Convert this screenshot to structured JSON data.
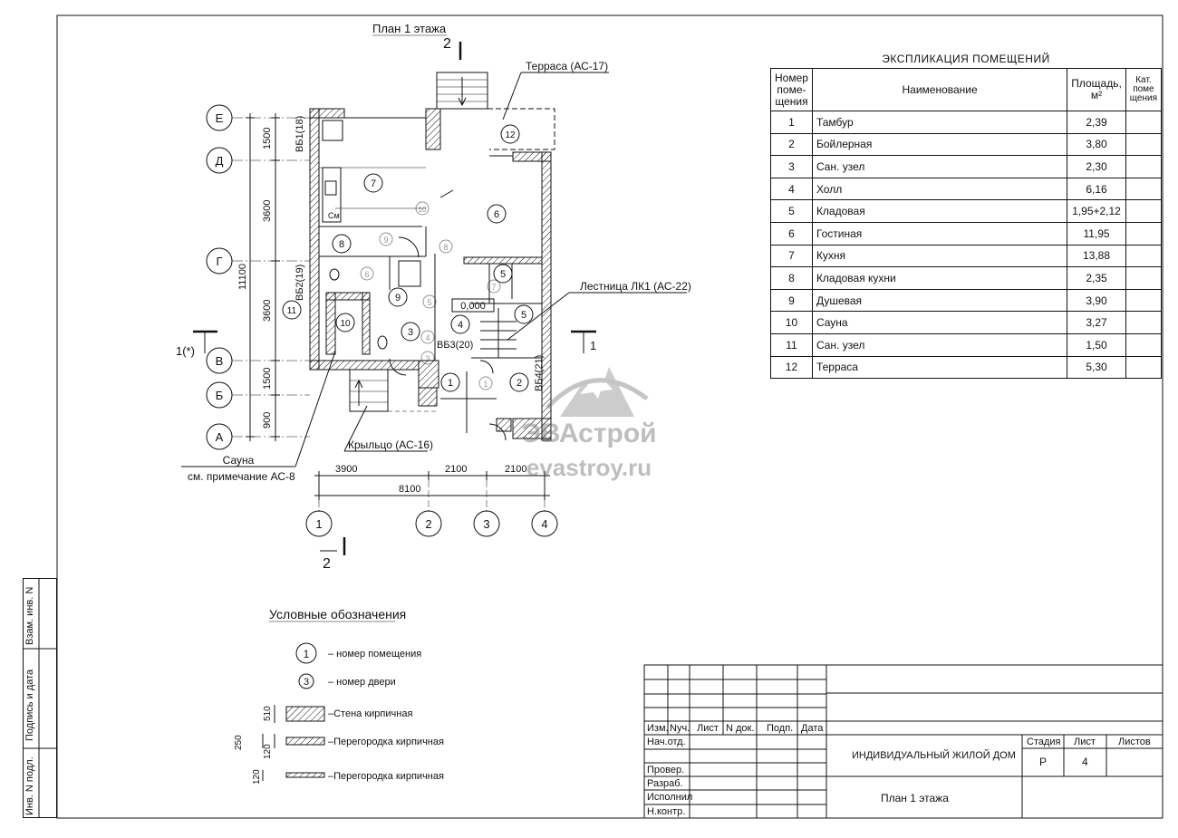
{
  "plan_title": "План 1 этажа",
  "section_marks": {
    "top": "2",
    "bottom": "2",
    "left": "1(*)",
    "right": "1"
  },
  "axes_letters": [
    "Е",
    "Д",
    "Г",
    "В",
    "Б",
    "А"
  ],
  "axes_numbers": [
    "1",
    "2",
    "3",
    "4"
  ],
  "vertical_dims": [
    "1500",
    "3600",
    "3600",
    "1500",
    "900"
  ],
  "vertical_total": "11100",
  "horizontal_dims": [
    "3900",
    "2100",
    "2100"
  ],
  "horizontal_total": "8100",
  "callouts": {
    "terrace": "Терраса (АС-17)",
    "stairs": "Лестница ЛК1 (АС-22)",
    "porch": "Крыльцо (АС-16)",
    "sauna_note_1": "Сауна",
    "sauna_note_2": "см. примечание АС-8",
    "vb1": "ВБ1(18)",
    "vb2": "ВБ2(19)",
    "vb3": "ВБ3(20)",
    "vb4": "ВБ4(21)",
    "level": "0,000",
    "sm": "См"
  },
  "room_numbers": [
    "1",
    "2",
    "3",
    "4",
    "5",
    "5",
    "6",
    "7",
    "8",
    "9",
    "10",
    "11",
    "12"
  ],
  "door_numbers": [
    "1",
    "3",
    "4",
    "5",
    "6",
    "7",
    "8",
    "9",
    "10"
  ],
  "watermark": {
    "brand": "ЭВАстрой",
    "site": "evastroy.ru"
  },
  "legend": {
    "title": "Условные обозначения",
    "room_sym": "1",
    "room_label": "– номер помещения",
    "door_sym": "3",
    "door_label": "– номер двери",
    "wall_label": "–Стена кирпичная",
    "wall_dim": "510",
    "part1_label": "–Перегородка кирпичная",
    "part1_dim_a": "250",
    "part1_dim_b": "120",
    "part2_label": "–Перегородка кирпичная",
    "part2_dim": "120"
  },
  "explication": {
    "title": "ЭКСПЛИКАЦИЯ ПОМЕЩЕНИЙ",
    "headers": {
      "num_1": "Номер",
      "num_2": "поме-",
      "num_3": "щения",
      "name": "Наименование",
      "area_1": "Площадь,",
      "area_2": "м²",
      "cat_1": "Кат.",
      "cat_2": "поме",
      "cat_3": "щения"
    },
    "rows": [
      {
        "num": "1",
        "name": "Тамбур",
        "area": "2,39"
      },
      {
        "num": "2",
        "name": "Бойлерная",
        "area": "3,80"
      },
      {
        "num": "3",
        "name": "Сан. узел",
        "area": "2,30"
      },
      {
        "num": "4",
        "name": "Холл",
        "area": "6,16"
      },
      {
        "num": "5",
        "name": "Кладовая",
        "area": "1,95+2,12"
      },
      {
        "num": "6",
        "name": "Гостиная",
        "area": "11,95"
      },
      {
        "num": "7",
        "name": "Кухня",
        "area": "13,88"
      },
      {
        "num": "8",
        "name": "Кладовая кухни",
        "area": "2,35"
      },
      {
        "num": "9",
        "name": "Душевая",
        "area": "3,90"
      },
      {
        "num": "10",
        "name": "Сауна",
        "area": "3,27"
      },
      {
        "num": "11",
        "name": "Сан. узел",
        "area": "1,50"
      },
      {
        "num": "12",
        "name": "Терраса",
        "area": "5,30"
      }
    ]
  },
  "title_block": {
    "izm": "Изм.",
    "kuch": "Nуч.",
    "list": "Лист",
    "ndok": "N док.",
    "podp": "Подп.",
    "data": "Дата",
    "nach_otd": "Нач.отд.",
    "prover": "Провер.",
    "razrab": "Разраб.",
    "ispolnil": "Исполнил",
    "nkontr": "Н.контр.",
    "project": "ИНДИВИДУАЛЬНЫЙ ЖИЛОЙ ДОМ",
    "sheet_name": "План 1 этажа",
    "stage_h": "Стадия",
    "sheet_h": "Лист",
    "sheets_h": "Листов",
    "stage": "Р",
    "sheet": "4",
    "sheets": ""
  },
  "stamp": {
    "inv_podl": "Инв. N подл.",
    "podpis": "Подпись и дата",
    "vzam": "Взам. инв. N"
  }
}
